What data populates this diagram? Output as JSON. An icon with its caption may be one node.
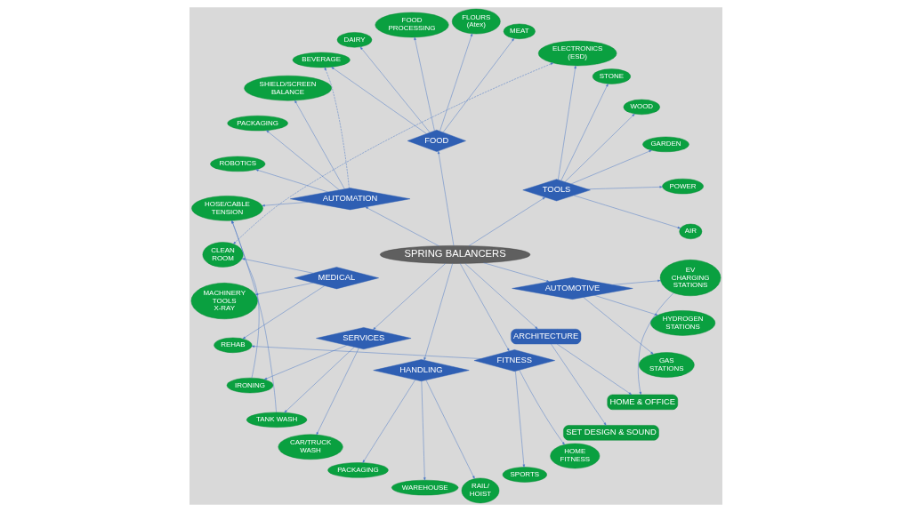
{
  "diagram": {
    "nodes": [
      {
        "text": [
          "SPRING BALANCERS"
        ]
      },
      {
        "text": [
          "TOOLS"
        ]
      },
      {
        "text": [
          "AIR"
        ]
      },
      {
        "text": [
          "POWER"
        ]
      },
      {
        "text": [
          "GARDEN"
        ]
      },
      {
        "text": [
          "WOOD"
        ]
      },
      {
        "text": [
          "STONE"
        ]
      },
      {
        "text": [
          "ELECTRONICS (ESD)"
        ]
      },
      {
        "text": [
          "FOOD"
        ]
      },
      {
        "text": [
          "MEAT"
        ]
      },
      {
        "text": [
          "FLOURS (Atex)"
        ]
      },
      {
        "text": [
          "FOOD PROCESSING"
        ]
      },
      {
        "text": [
          "DAIRY"
        ]
      },
      {
        "text": [
          "BEVERAGE"
        ]
      },
      {
        "text": [
          "AUTOMATION"
        ]
      },
      {
        "text": [
          "SHIELD/SCREEN BALANCE"
        ]
      },
      {
        "text": [
          "PACKAGING"
        ]
      },
      {
        "text": [
          "ROBOTICS"
        ]
      },
      {
        "text": [
          "HOSE/CABLE TENSION"
        ]
      },
      {
        "text": [
          "MEDICAL"
        ]
      },
      {
        "text": [
          "CLEAN ROOM"
        ]
      },
      {
        "text": [
          "MACHINERY TOOLS X-RAY"
        ]
      },
      {
        "text": [
          "SERVICES"
        ]
      },
      {
        "text": [
          "IRONING"
        ]
      },
      {
        "text": [
          "TANK WASH"
        ]
      },
      {
        "text": [
          "CAR/TRUCK WASH"
        ]
      },
      {
        "text": [
          "HANDLING"
        ]
      },
      {
        "text": [
          "PACKAGING"
        ]
      },
      {
        "text": [
          "WAREHOUSE"
        ]
      },
      {
        "text": [
          "RAIL/ HOIST"
        ]
      },
      {
        "text": [
          "FITNESS"
        ]
      },
      {
        "text": [
          "REHAB"
        ]
      },
      {
        "text": [
          "SPORTS"
        ]
      },
      {
        "text": [
          "HOME FITNESS"
        ]
      },
      {
        "text": [
          "ARCHITECTURE"
        ]
      },
      {
        "text": [
          "SET DESIGN & SOUND"
        ]
      },
      {
        "text": [
          "HOME & OFFICE"
        ]
      },
      {
        "text": [
          "AUTOMOTIVE"
        ]
      },
      {
        "text": [
          "GAS STATIONS"
        ]
      },
      {
        "text": [
          "HYDROGEN STATIONS"
        ]
      },
      {
        "text": [
          "EV CHARGING STATIONS"
        ]
      }
    ],
    "edges": [
      {
        "from": 0,
        "to": 1,
        "arrow": "to"
      },
      {
        "from": 1,
        "to": 2,
        "arrow": "to"
      },
      {
        "from": 1,
        "to": 3,
        "arrow": "to"
      },
      {
        "from": 1,
        "to": 4,
        "arrow": "to"
      },
      {
        "from": 1,
        "to": 5,
        "arrow": "to"
      },
      {
        "from": 1,
        "to": 6,
        "arrow": "to"
      },
      {
        "from": 1,
        "to": 7,
        "arrow": "to"
      },
      {
        "from": 0,
        "to": 8,
        "arrow": "to"
      },
      {
        "from": 8,
        "to": 9,
        "arrow": "to"
      },
      {
        "from": 8,
        "to": 10,
        "arrow": "to"
      },
      {
        "from": 8,
        "to": 11,
        "arrow": "to"
      },
      {
        "from": 8,
        "to": 12,
        "arrow": "to"
      },
      {
        "from": 8,
        "to": 13,
        "arrow": "to"
      },
      {
        "from": 0,
        "to": 14,
        "arrow": "to"
      },
      {
        "from": 14,
        "to": 13,
        "arrow": "to",
        "style": "dashed"
      },
      {
        "from": 14,
        "to": 15,
        "arrow": "to"
      },
      {
        "from": 14,
        "to": 16,
        "arrow": "to"
      },
      {
        "from": 14,
        "to": 17,
        "arrow": "to"
      },
      {
        "from": 14,
        "to": 18,
        "arrow": "to"
      },
      {
        "from": 19,
        "to": 20,
        "arrow": "to"
      },
      {
        "from": 19,
        "to": 21,
        "arrow": "to"
      },
      {
        "from": 19,
        "to": 31,
        "arrow": "to"
      },
      {
        "from": 7,
        "to": 20,
        "arrow": "both",
        "style": "dashed"
      },
      {
        "from": 0,
        "to": 22,
        "arrow": "to"
      },
      {
        "from": 22,
        "to": 23,
        "arrow": "to"
      },
      {
        "from": 22,
        "to": 24,
        "arrow": "to"
      },
      {
        "from": 22,
        "to": 25,
        "arrow": "to"
      },
      {
        "from": 23,
        "to": 18,
        "arrow": "to"
      },
      {
        "from": 24,
        "to": 18,
        "arrow": "to"
      },
      {
        "from": 0,
        "to": 26,
        "arrow": "to"
      },
      {
        "from": 26,
        "to": 27,
        "arrow": "to"
      },
      {
        "from": 26,
        "to": 28,
        "arrow": "to"
      },
      {
        "from": 26,
        "to": 29,
        "arrow": "to"
      },
      {
        "from": 0,
        "to": 30,
        "arrow": "to"
      },
      {
        "from": 30,
        "to": 31,
        "arrow": "to"
      },
      {
        "from": 30,
        "to": 32,
        "arrow": "to"
      },
      {
        "from": 30,
        "to": 33,
        "arrow": "to"
      },
      {
        "from": 0,
        "to": 34,
        "arrow": "to"
      },
      {
        "from": 34,
        "to": 35,
        "arrow": "to"
      },
      {
        "from": 34,
        "to": 36,
        "arrow": "to"
      },
      {
        "from": 0,
        "to": 37,
        "arrow": "to"
      },
      {
        "from": 37,
        "to": 38,
        "arrow": "to"
      },
      {
        "from": 37,
        "to": 39,
        "arrow": "to"
      },
      {
        "from": 37,
        "to": 40,
        "arrow": "to"
      },
      {
        "from": 40,
        "to": 36,
        "arrow": "to"
      }
    ]
  }
}
